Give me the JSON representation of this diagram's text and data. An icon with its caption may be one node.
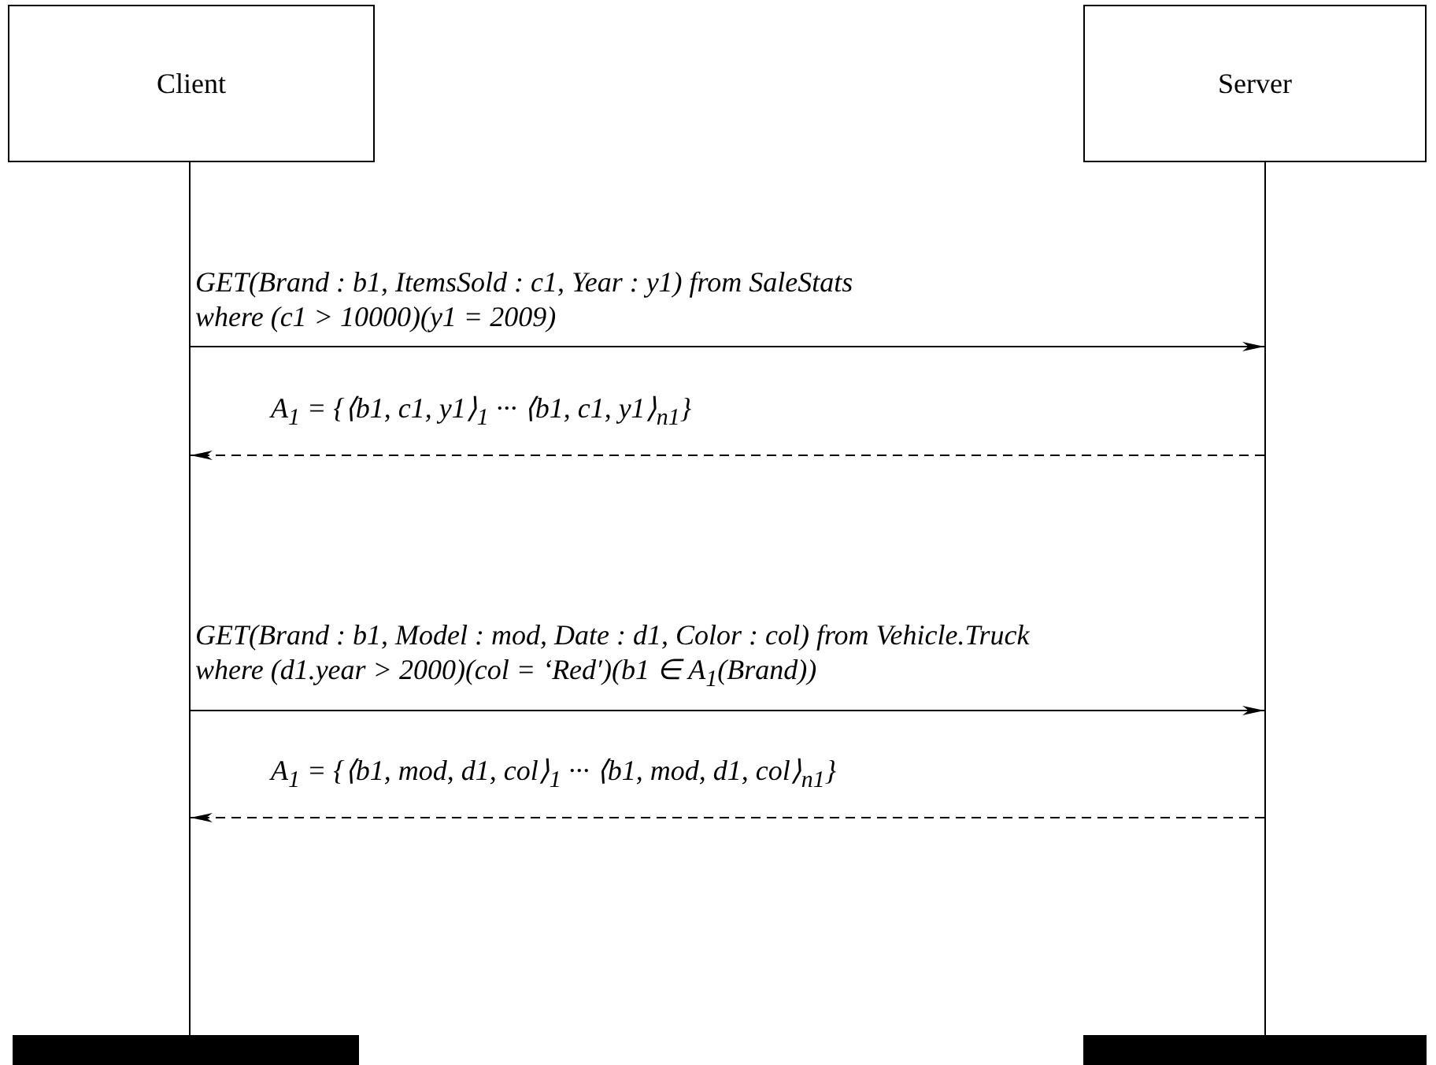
{
  "diagram": {
    "nodes": [
      {
        "text": [
          "Client"
        ]
      },
      {
        "text": [
          "Server"
        ]
      },
      {
        "text": [],
        "shape": "line"
      },
      {
        "text": [],
        "shape": "line"
      },
      {
        "text": [],
        "shape": "bar"
      },
      {
        "text": [],
        "shape": "bar"
      }
    ],
    "edges": [
      {
        "from": 2,
        "to": 3,
        "arrow": "to",
        "label": "GET(Brand : b1, ItemsSold : c1, Year : y1) from SaleStats where (c1 > 10000)(y1 = 2009)"
      },
      {
        "from": 3,
        "to": 2,
        "arrow": "to",
        "style": "dashed",
        "label": "A$_{1}$ = {⟨b1, c1, y1⟩$_{1}$ ··· ⟨b1, c1, y1⟩$_{n1}$}"
      },
      {
        "from": 2,
        "to": 3,
        "arrow": "to",
        "label": "GET(Brand : b1, Model : mod, Date : d1, Color : col) from Vehicle.Truck where (d1.year > 2000)(col = ‘Red′)(b1 ∈ A$_{1}$(Brand))"
      },
      {
        "from": 3,
        "to": 2,
        "arrow": "to",
        "style": "dashed",
        "label": "A$_{1}$ = {⟨b1, mod, d1, col⟩$_{1}$ ··· ⟨b1, mod, d1, col⟩$_{n1}$}"
      }
    ]
  }
}
